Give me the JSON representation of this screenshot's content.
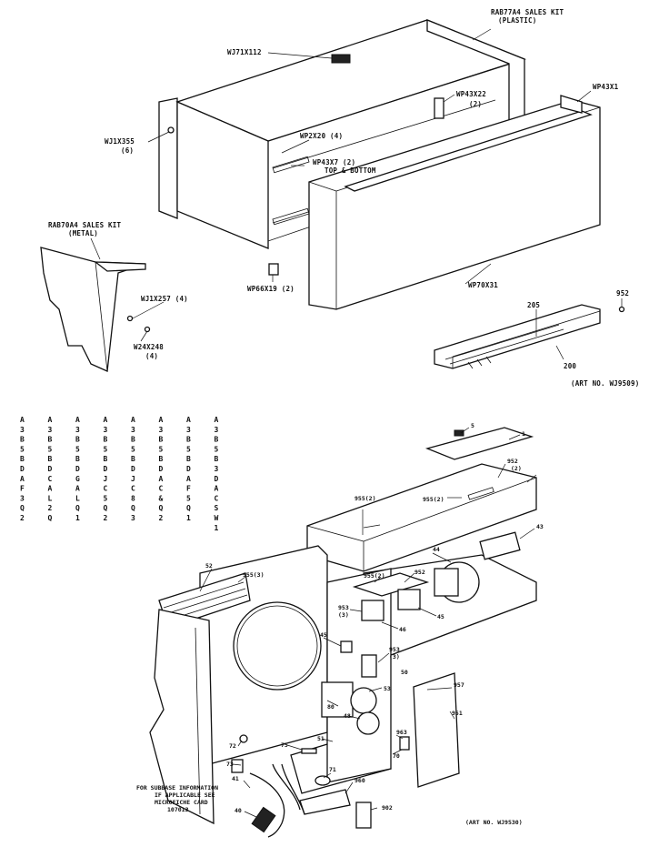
{
  "top_labels": {
    "kit_plastic": "RAB77A4 SALES KIT",
    "kit_plastic_sub": "(PLASTIC)",
    "wj71x112": "WJ71X112",
    "wp43x1": "WP43X1",
    "wp43x22": "WP43X22",
    "wp43x22_qty": "(2)",
    "wj1x355": "WJ1X355",
    "wj1x355_qty": "(6)",
    "wp2x20": "WP2X20 (4)",
    "wp43x7": "WP43X7 (2)",
    "wp43x7_sub": "TOP & BOTTOM",
    "kit_metal": "RAB70A4 SALES KIT",
    "kit_metal_sub": "(METAL)",
    "wj1x257": "WJ1X257 (4)",
    "w24x248": "W24X248",
    "w24x248_qty": "(4)",
    "wp66x19": "WP66X19 (2)",
    "wp70x31": "WP70X31",
    "n205": "205",
    "n200": "200",
    "n952": "952",
    "art_top": "(ART NO. WJ9509)"
  },
  "model_columns": [
    [
      "A",
      "3",
      "B",
      "5",
      "B",
      "D",
      "A",
      "F",
      "3",
      "Q",
      "2"
    ],
    [
      "A",
      "3",
      "B",
      "5",
      "B",
      "D",
      "C",
      "A",
      "L",
      "2",
      "Q"
    ],
    [
      "A",
      "3",
      "B",
      "5",
      "B",
      "D",
      "G",
      "A",
      "L",
      "Q",
      "1"
    ],
    [
      "A",
      "3",
      "B",
      "5",
      "B",
      "D",
      "J",
      "C",
      "5",
      "Q",
      "2"
    ],
    [
      "A",
      "3",
      "B",
      "5",
      "B",
      "D",
      "J",
      "C",
      "8",
      "Q",
      "3"
    ],
    [
      "A",
      "3",
      "B",
      "5",
      "B",
      "D",
      "A",
      "C",
      "&",
      "Q",
      "2"
    ],
    [
      "A",
      "3",
      "B",
      "5",
      "B",
      "D",
      "A",
      "F",
      "5",
      "Q",
      "1"
    ],
    [
      "A",
      "3",
      "B",
      "5",
      "B",
      "3",
      "D",
      "A",
      "C",
      "S",
      "W",
      "1"
    ]
  ],
  "bottom_labels": {
    "n5": "5",
    "n1": "1",
    "p952_top": "952",
    "p952_top_qty": "(2)",
    "p955_2": "955(2)",
    "p955_2b": "955(2)",
    "p955_3": "955(3)",
    "p43": "43",
    "p45": "45",
    "p952": "952",
    "p44": "44",
    "p52": "52",
    "p45b": "45",
    "p46": "46",
    "p953": "953",
    "p953_qty": "(3)",
    "p53": "53",
    "p50": "50",
    "p48": "48",
    "p51": "51",
    "p75": "75",
    "p80": "80",
    "p70": "70",
    "p71": "71",
    "p72": "72",
    "p73": "73",
    "p40": "40",
    "p41": "41",
    "p963": "963",
    "p902": "902",
    "p957": "957",
    "p951": "951",
    "p960": "960",
    "subbase_1": "FOR SUBBASE INFORMATION",
    "subbase_2": "IF APPLICABLE SEE",
    "subbase_3": "MICROFICHE CARD",
    "subbase_4": "107013",
    "art_bottom": "(ART NO. WJ9530)"
  }
}
